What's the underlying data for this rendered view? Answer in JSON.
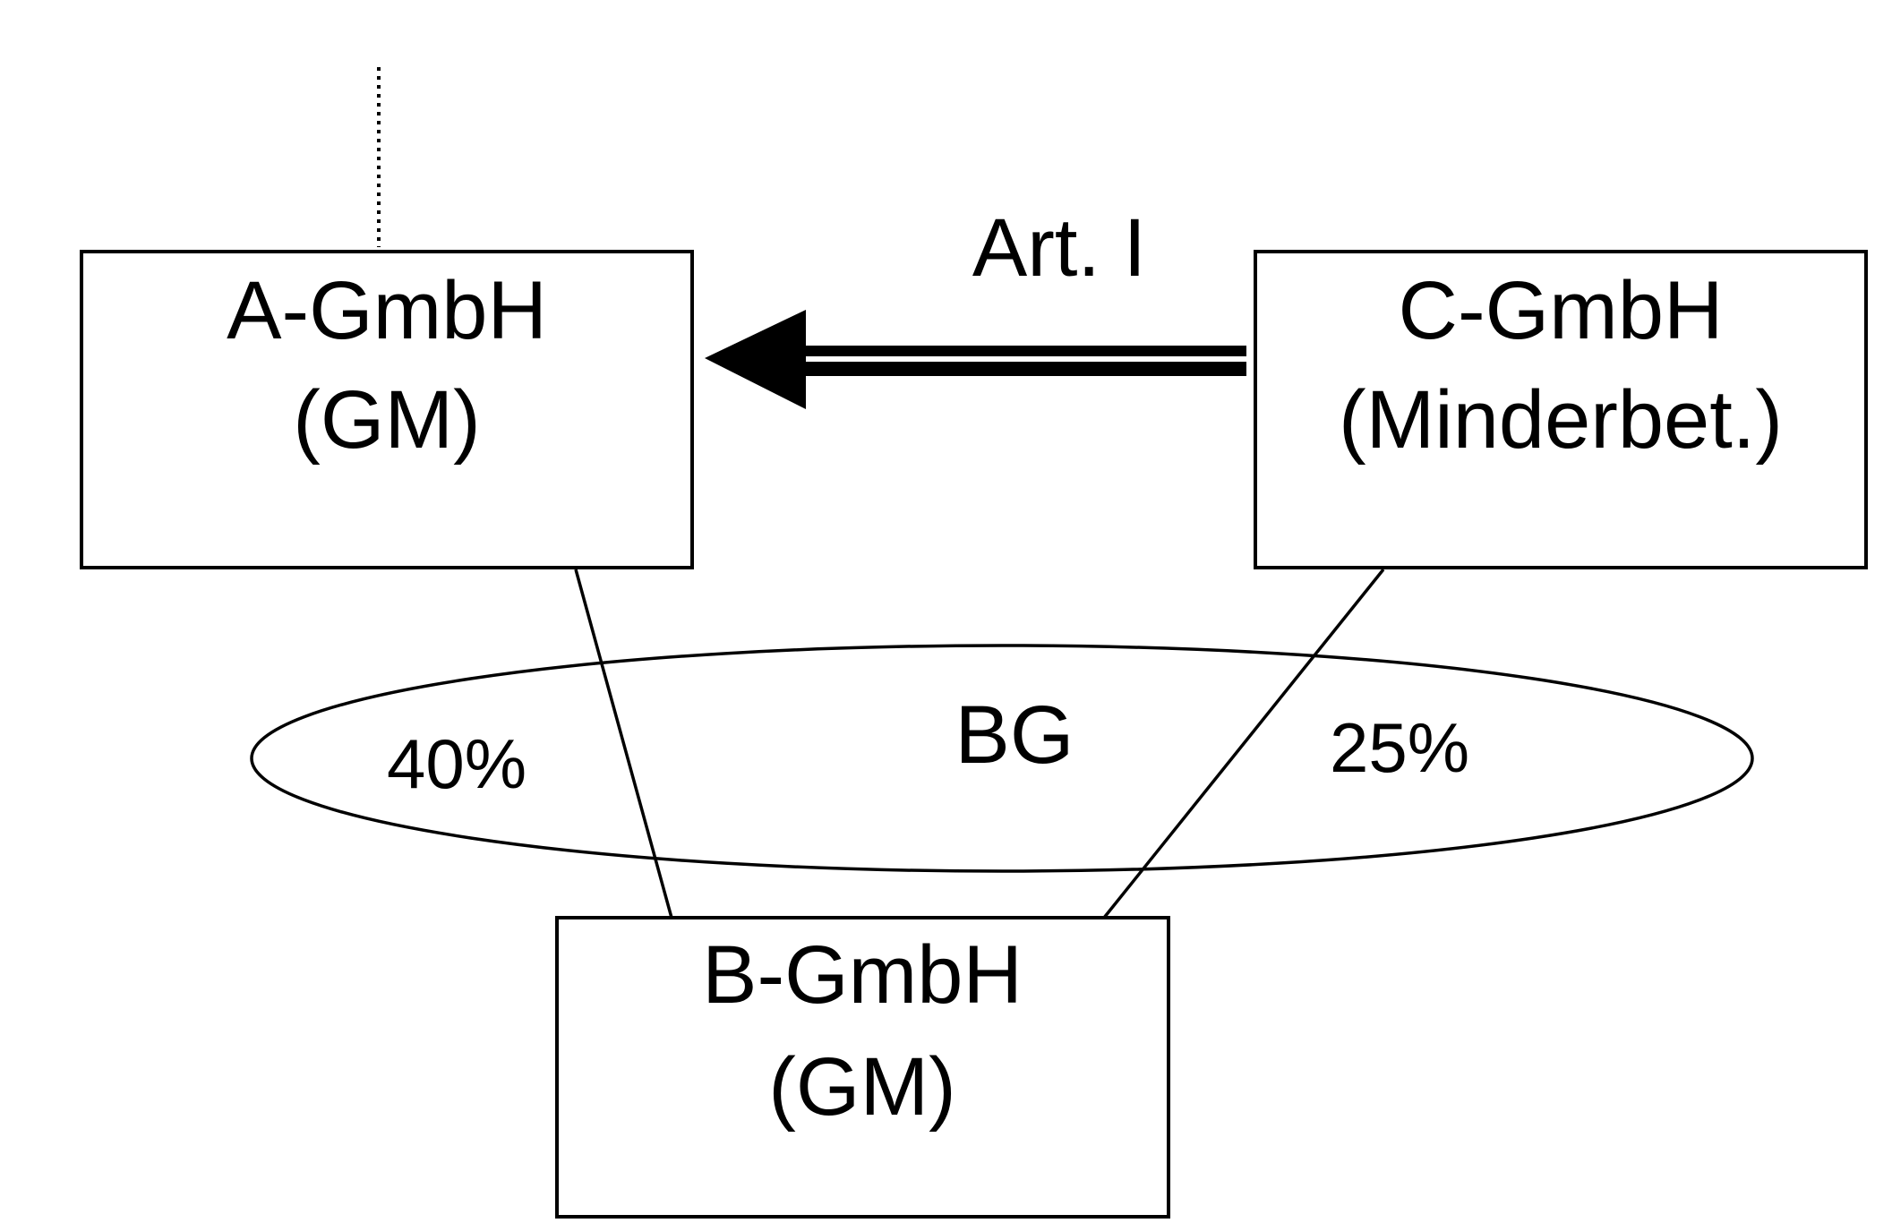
{
  "entities": {
    "a": {
      "name": "A-GmbH",
      "role": "(GM)"
    },
    "b": {
      "name": "B-GmbH",
      "role": "(GM)"
    },
    "c": {
      "name": "C-GmbH",
      "role": "(Minderbet.)"
    }
  },
  "arrow": {
    "label": "Art. I"
  },
  "group": {
    "label": "BG",
    "share_a": "40%",
    "share_c": "25%"
  },
  "colors": {
    "stroke": "#000000",
    "background": "#ffffff"
  }
}
